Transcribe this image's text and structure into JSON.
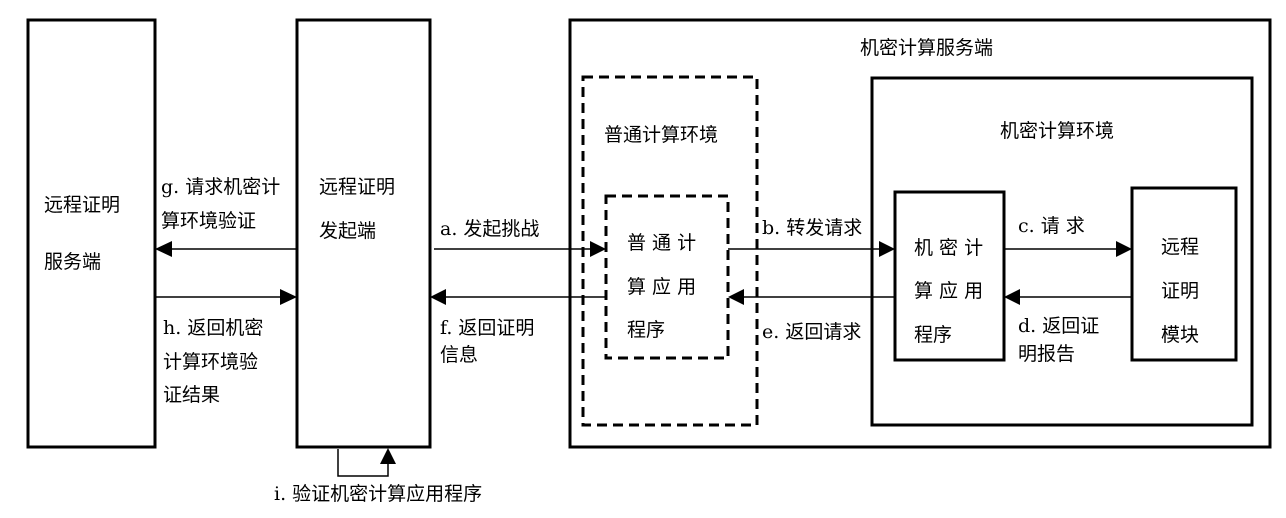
{
  "nodes": {
    "attestation_server": [
      "远程证明",
      "服务端"
    ],
    "attestation_initiator": [
      "远程证明",
      "发起端"
    ],
    "confidential_server": "机密计算服务端",
    "normal_env": "普通计算环境",
    "normal_app": [
      "普 通 计",
      "算 应 用",
      "程序"
    ],
    "confidential_env": "机密计算环境",
    "confidential_app": [
      "机 密 计",
      "算 应 用",
      "程序"
    ],
    "attestation_module": [
      "远程",
      "证明",
      "模块"
    ]
  },
  "edges": {
    "a": [
      "a. 发起挑战"
    ],
    "b": [
      "b. 转发请求"
    ],
    "c": [
      "c. 请 求"
    ],
    "d": [
      "d. 返回证",
      "明报告"
    ],
    "e": [
      "e. 返回请求"
    ],
    "f": [
      "f. 返回证明",
      "信息"
    ],
    "g": [
      "g. 请求机密计",
      "算环境验证"
    ],
    "h": [
      "h. 返回机密",
      "计算环境验",
      "证结果"
    ],
    "i": [
      "i. 验证机密计算应用程序"
    ]
  }
}
